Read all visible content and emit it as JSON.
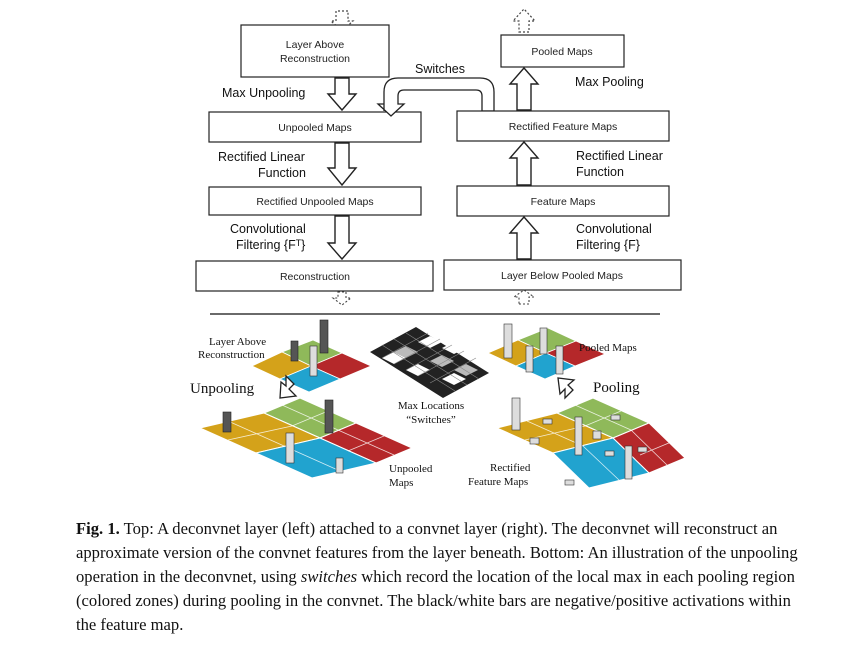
{
  "top": {
    "left_boxes": {
      "layer_above": [
        "Layer Above",
        "Reconstruction"
      ],
      "unpooled": "Unpooled Maps",
      "rect_unpooled": "Rectified Unpooled Maps",
      "reconstruction": "Reconstruction"
    },
    "right_boxes": {
      "pooled": "Pooled Maps",
      "rect_feature": "Rectified Feature Maps",
      "feature": "Feature Maps",
      "layer_below": "Layer Below Pooled Maps"
    },
    "ops": {
      "max_unpooling": "Max Unpooling",
      "switches": "Switches",
      "max_pooling": "Max Pooling",
      "rect_left": [
        "Rectified Linear",
        "Function"
      ],
      "rect_right": [
        "Rectified Linear",
        "Function"
      ],
      "conv_left": [
        "Convolutional",
        "Filtering {Fᵀ}"
      ],
      "conv_right": [
        "Convolutional",
        "Filtering {F}"
      ]
    }
  },
  "bottom": {
    "layer_above": [
      "Layer Above",
      "Reconstruction"
    ],
    "unpooling": "Unpooling",
    "max_locations": [
      "Max Locations",
      "“Switches”"
    ],
    "pooled_maps": "Pooled Maps",
    "pooling": "Pooling",
    "unpooled_maps": [
      "Unpooled",
      "Maps"
    ],
    "rectified_feature_maps": [
      "Rectified",
      "Feature Maps"
    ]
  },
  "colors": {
    "green": "#8fb95a",
    "red": "#b5282a",
    "yellow": "#d4a21a",
    "blue": "#21a3cf"
  },
  "caption": {
    "label": "Fig. 1.",
    "part1": "Top: A deconvnet layer (left) attached to a convnet layer (right). The deconvnet will reconstruct an approximate version of the convnet features from the layer beneath. Bottom: An illustration of the unpooling operation in the deconvnet, using",
    "emph": "switches",
    "part2": "which record the location of the local max in each pooling region (colored zones) during pooling in the convnet. The black/white bars are negative/positive activations within the feature map."
  }
}
